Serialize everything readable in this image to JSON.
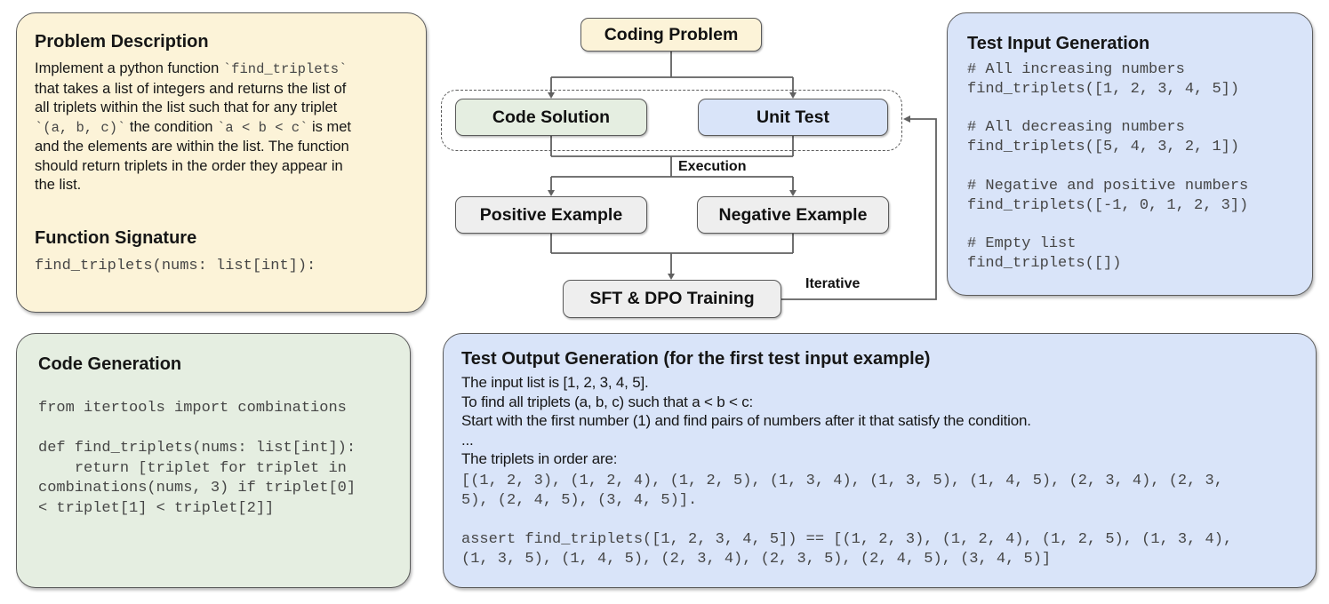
{
  "colors": {
    "cream": "#FCF3D8",
    "green": "#E5EEE1",
    "blue": "#D9E4F9",
    "gray_node": "#EEEEEE",
    "panel_border": "#5B5B5B",
    "node_border": "#5B5B5B",
    "line": "#606060",
    "text": "#161616",
    "code_text": "#464646"
  },
  "panels": {
    "problem": {
      "title": "Problem Description",
      "l1a": "Implement a python function ",
      "l1b": "`find_triplets`",
      "l2": "that takes a list of integers and returns the list of",
      "l3": "all triplets within the list such that for any triplet",
      "l4a": "`(a, b, c)`",
      "l4b": " the condition ",
      "l4c": "`a < b < c`",
      "l4d": " is met",
      "l5": "and the elements are within the list. The function",
      "l6": "should return triplets in the order they appear in",
      "l7": "the list.",
      "sig_title": "Function Signature",
      "sig_code": "find_triplets(nums: list[int]):"
    },
    "test_input": {
      "title": "Test Input Generation",
      "code": "# All increasing numbers\nfind_triplets([1, 2, 3, 4, 5])\n\n# All decreasing numbers\nfind_triplets([5, 4, 3, 2, 1])\n\n# Negative and positive numbers\nfind_triplets([-1, 0, 1, 2, 3])\n\n# Empty list\nfind_triplets([])"
    },
    "code_gen": {
      "title": "Code Generation",
      "code": "from itertools import combinations\n\ndef find_triplets(nums: list[int]):\n    return [triplet for triplet in\ncombinations(nums, 3) if triplet[0]\n< triplet[1] < triplet[2]]"
    },
    "test_output": {
      "title": "Test Output Generation (for the first test input example)",
      "lines": [
        "The input list is [1, 2, 3, 4, 5].",
        "To find all triplets (a, b, c) such that a < b < c:",
        "Start with the first number (1) and find pairs of numbers after it that satisfy the condition.",
        "...",
        "The triplets in order are:"
      ],
      "triplets_list": "[(1, 2, 3), (1, 2, 4), (1, 2, 5), (1, 3, 4), (1, 3, 5), (1, 4, 5), (2, 3, 4), (2, 3,\n5), (2, 4, 5), (3, 4, 5)].",
      "assert_code": "assert find_triplets([1, 2, 3, 4, 5]) == [(1, 2, 3), (1, 2, 4), (1, 2, 5), (1, 3, 4),\n(1, 3, 5), (1, 4, 5), (2, 3, 4), (2, 3, 5), (2, 4, 5), (3, 4, 5)]"
    }
  },
  "flow": {
    "nodes": {
      "coding_problem": "Coding Problem",
      "code_solution": "Code Solution",
      "unit_test": "Unit Test",
      "positive_example": "Positive Example",
      "negative_example": "Negative Example",
      "sft_dpo_training": "SFT & DPO Training"
    },
    "edge_labels": {
      "execution": "Execution",
      "iterative": "Iterative"
    }
  }
}
